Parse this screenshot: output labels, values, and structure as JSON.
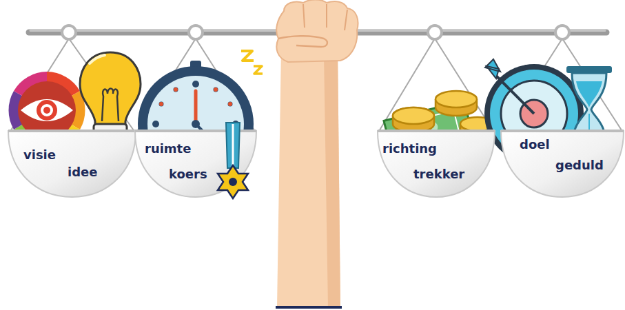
{
  "diagram": {
    "nodes": [
      {
        "text": [
          "visie",
          "idee"
        ]
      },
      {
        "text": [
          "ruimte",
          "koers"
        ]
      },
      {
        "text": [
          "richting",
          "trekker"
        ]
      },
      {
        "text": [
          "doel",
          "geduld"
        ]
      }
    ]
  }
}
